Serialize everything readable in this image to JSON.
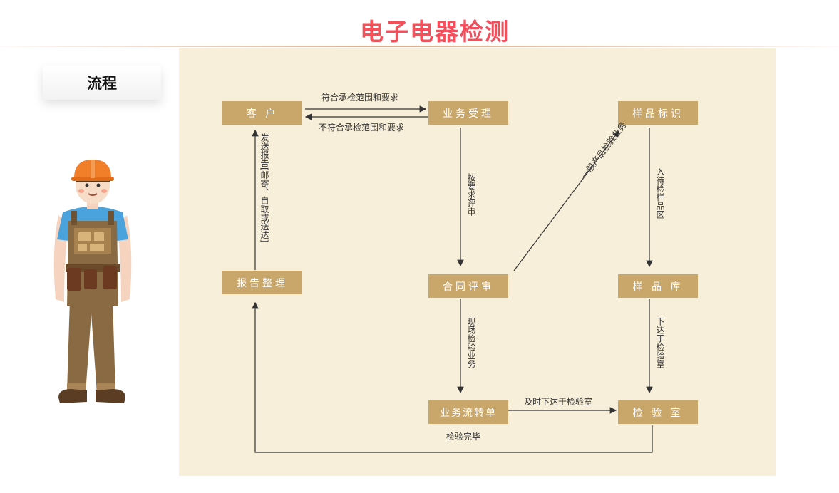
{
  "page": {
    "title": "电子电器检测"
  },
  "section_tab": {
    "label": "流程"
  },
  "flow": {
    "nodes": {
      "customer": "客 户",
      "business": "业务受理",
      "sample_mark": "样品标识",
      "contract": "合同评审",
      "sample_store": "样 品 库",
      "report": "报告整理",
      "transfer": "业务流转单",
      "lab": "检 验 室"
    },
    "edges": {
      "conform": "符合承检范围和要求",
      "not_conform": "不符合承检范围和要求",
      "review_req": "按要求评审",
      "general_business": "一般产品检验业务",
      "to_pending": "入待检样品区",
      "send_report": "发送报告[邮寄、自取或送达]",
      "onsite": "现场检验业务",
      "to_lab": "下达于检验室",
      "timely": "及时下达于检验室",
      "finished": "检验完毕"
    }
  },
  "colors": {
    "node_fill": "#c9a669",
    "panel_bg": "#f8efda",
    "title_grad_start": "#ff5a4d",
    "title_grad_end": "#e8456a"
  }
}
